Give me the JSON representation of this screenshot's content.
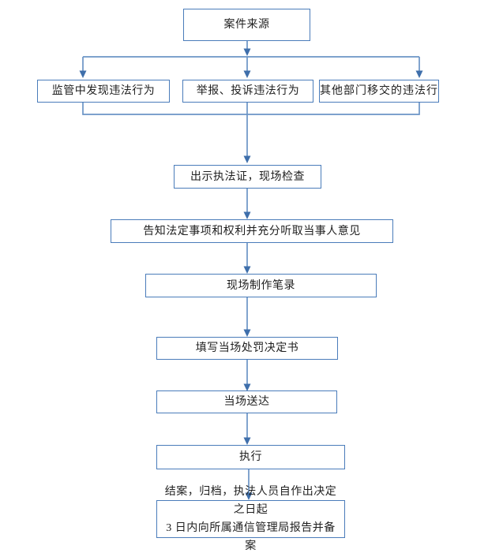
{
  "colors": {
    "box_border": "#4a7cba",
    "connector_line": "#6b94c6",
    "arrowhead": "#3f6fab",
    "text": "#1f1f1f",
    "bg": "#ffffff"
  },
  "nodes": {
    "case_source": {
      "label": "案件来源"
    },
    "source_supervision": {
      "label": "监管中发现违法行为"
    },
    "source_report": {
      "label": "举报、投诉违法行为"
    },
    "source_transfer": {
      "label": "其他部门移交的违法行"
    },
    "show_permit_inspect": {
      "label": "出示执法证，现场检查"
    },
    "inform_rights": {
      "label": "告知法定事项和权利并充分听取当事人意见"
    },
    "onsite_record": {
      "label": "现场制作笔录"
    },
    "fill_penalty_decision": {
      "label": "填写当场处罚决定书"
    },
    "onsite_delivery": {
      "label": "当场送达"
    },
    "execute": {
      "label": "执行"
    },
    "close_file_report": {
      "label": "结案，归档，执法人员自作出决定之日起\n3 日内向所属通信管理局报告并备案"
    }
  }
}
